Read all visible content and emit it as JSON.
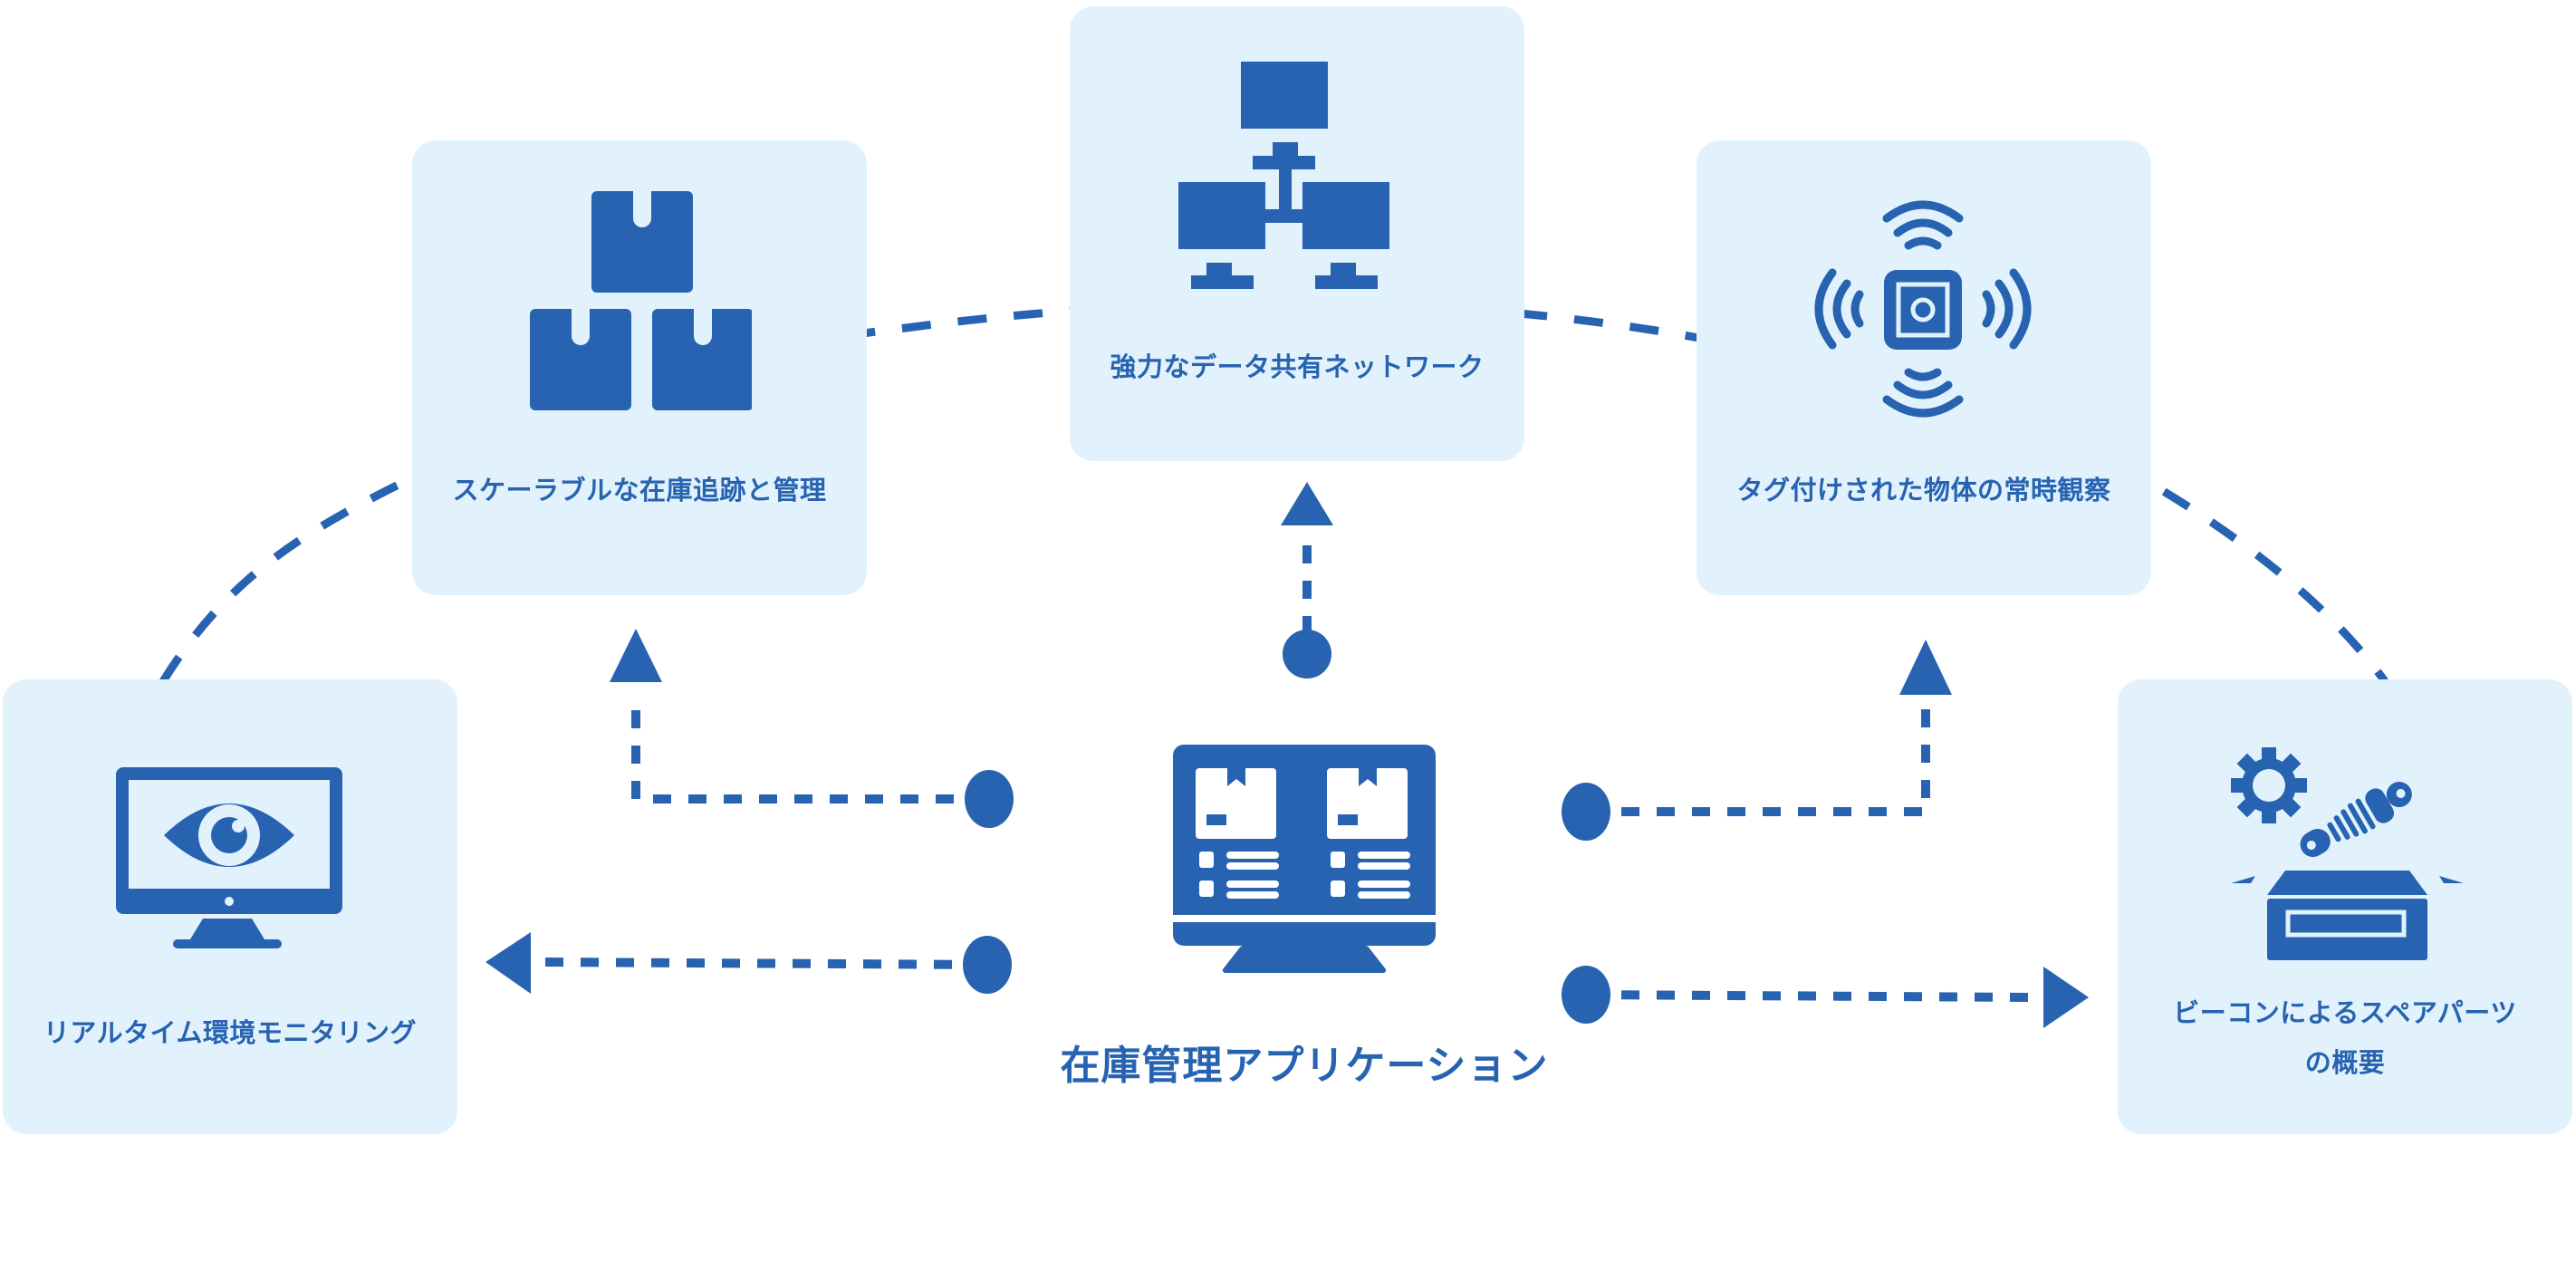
{
  "diagram": {
    "title": "在庫管理アプリケーション",
    "center_icon": "inventory-dashboard-monitor-icon",
    "accent_color": "#2763b1",
    "card_color": "#e1f2fc",
    "nodes": [
      {
        "id": "real-time-monitoring",
        "label": "リアルタイム環境モニタリング",
        "icon": "monitor-eye-icon"
      },
      {
        "id": "scalable-inventory",
        "label": "スケーラブルな在庫追跡と管理",
        "icon": "stacked-boxes-icon"
      },
      {
        "id": "data-sharing-network",
        "label": "強力なデータ共有ネットワーク",
        "icon": "network-icon"
      },
      {
        "id": "tag-observation",
        "label": "タグ付けされた物体の常時観察",
        "icon": "rfid-tag-signal-icon"
      },
      {
        "id": "beacon-spare-parts",
        "label_lines": [
          "ビーコンによるスペアパーツ",
          "の概要"
        ],
        "icon": "spare-parts-box-icon"
      }
    ],
    "connections": [
      {
        "from": "app",
        "to": "real-time-monitoring",
        "style": "dotted-arrow"
      },
      {
        "from": "app",
        "to": "scalable-inventory",
        "style": "dotted-arrow"
      },
      {
        "from": "app",
        "to": "data-sharing-network",
        "style": "dotted-arrow"
      },
      {
        "from": "app",
        "to": "tag-observation",
        "style": "dotted-arrow"
      },
      {
        "from": "app",
        "to": "beacon-spare-parts",
        "style": "dotted-arrow"
      }
    ]
  }
}
